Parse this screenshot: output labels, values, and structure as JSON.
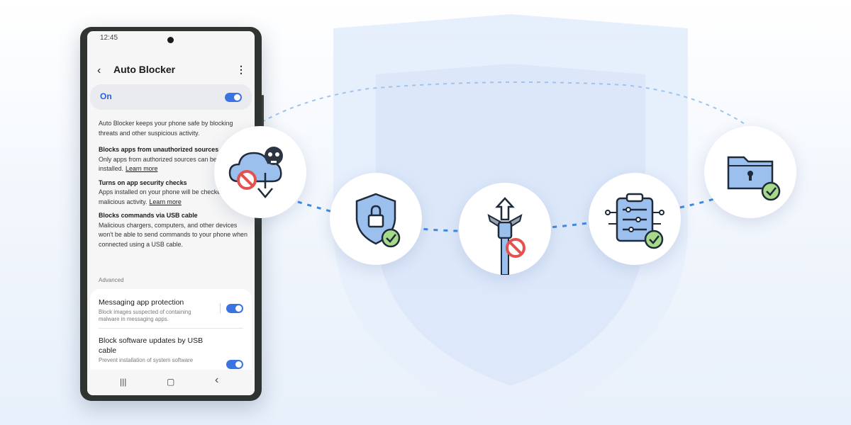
{
  "phone": {
    "status_time": "12:45",
    "header": {
      "title": "Auto Blocker",
      "back_icon": "chevron-left-icon",
      "more_icon": "more-vertical-icon"
    },
    "master_toggle": {
      "label": "On",
      "state": true
    },
    "description": "Auto Blocker keeps your phone safe by blocking threats and other suspicious activity.",
    "features": [
      {
        "title": "Blocks apps from unauthorized sources",
        "text": "Only apps from authorized sources can be installed.",
        "link": "Learn more"
      },
      {
        "title": "Turns on app security checks",
        "text": "Apps installed on your phone will be checked for malicious activity.",
        "link": "Learn more"
      },
      {
        "title": "Blocks commands via USB cable",
        "text": "Malicious chargers, computers, and other devices won't be able to send commands to your phone when connected using a USB cable.",
        "link": ""
      }
    ],
    "advanced_label": "Advanced",
    "advanced_items": [
      {
        "title": "Messaging app protection",
        "subtitle": "Block images suspected of containing malware in messaging apps.",
        "state": true
      },
      {
        "title": "Block software updates by USB cable",
        "subtitle": "Prevent installation of system software",
        "state": true
      }
    ],
    "nav": {
      "recents": "|||",
      "home": "▢",
      "back": "‹"
    }
  },
  "features_icons": [
    "cloud-download-blocked-icon",
    "shield-lock-check-icon",
    "usb-blocked-icon",
    "clipboard-settings-check-icon",
    "folder-lock-check-icon"
  ],
  "colors": {
    "accent_blue": "#3a73e2",
    "icon_blue": "#9cc0ee",
    "check_green": "#a7d98a",
    "block_red": "#e4524f",
    "connector": "#3f8ae0"
  }
}
